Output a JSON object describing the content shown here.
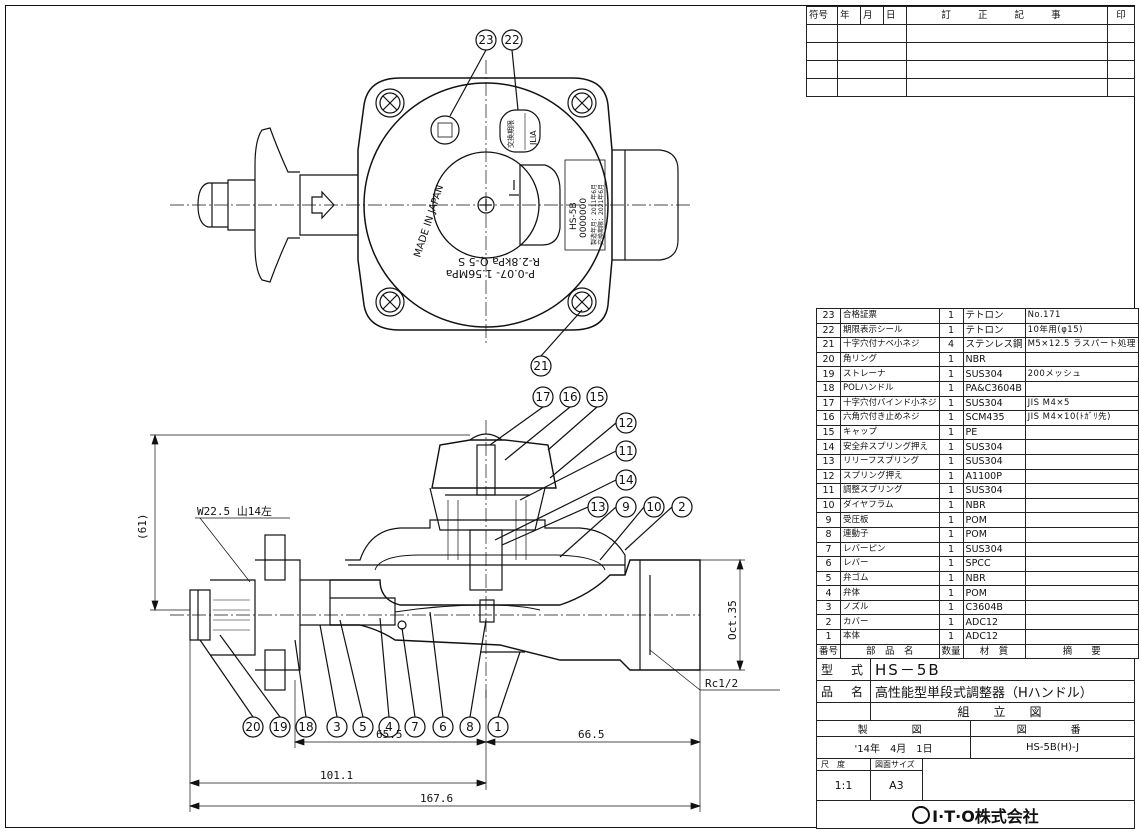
{
  "revision_table": {
    "headers": [
      "符号",
      "年",
      "月",
      "日",
      "訂",
      "正",
      "記",
      "事",
      "印"
    ],
    "rows": 5
  },
  "parts_list": {
    "rows": [
      {
        "no": "23",
        "name": "合格証票",
        "qty": "1",
        "material": "テトロン",
        "note": "No.171"
      },
      {
        "no": "22",
        "name": "期限表示シール",
        "qty": "1",
        "material": "テトロン",
        "note": "10年用(φ15)"
      },
      {
        "no": "21",
        "name": "十字穴付ナベ小ネジ",
        "qty": "4",
        "material": "ステンレス鋼",
        "note": "M5×12.5 ラスパート処理"
      },
      {
        "no": "20",
        "name": "角リング",
        "qty": "1",
        "material": "NBR",
        "note": ""
      },
      {
        "no": "19",
        "name": "ストレーナ",
        "qty": "1",
        "material": "SUS304",
        "note": "200メッシュ"
      },
      {
        "no": "18",
        "name": "POLハンドル",
        "qty": "1",
        "material": "PA&C3604B",
        "note": ""
      },
      {
        "no": "17",
        "name": "十字穴付バインド小ネジ",
        "qty": "1",
        "material": "SUS304",
        "note": "JIS M4×5"
      },
      {
        "no": "16",
        "name": "六角穴付き止めネジ",
        "qty": "1",
        "material": "SCM435",
        "note": "JIS M4×10(ﾄｶﾞﾘ先)"
      },
      {
        "no": "15",
        "name": "キャップ",
        "qty": "1",
        "material": "PE",
        "note": ""
      },
      {
        "no": "14",
        "name": "安全弁スプリング押え",
        "qty": "1",
        "material": "SUS304",
        "note": ""
      },
      {
        "no": "13",
        "name": "リリーフスプリング",
        "qty": "1",
        "material": "SUS304",
        "note": ""
      },
      {
        "no": "12",
        "name": "スプリング押え",
        "qty": "1",
        "material": "A1100P",
        "note": ""
      },
      {
        "no": "11",
        "name": "調整スプリング",
        "qty": "1",
        "material": "SUS304",
        "note": ""
      },
      {
        "no": "10",
        "name": "ダイヤフラム",
        "qty": "1",
        "material": "NBR",
        "note": ""
      },
      {
        "no": "9",
        "name": "受圧板",
        "qty": "1",
        "material": "POM",
        "note": ""
      },
      {
        "no": "8",
        "name": "連動子",
        "qty": "1",
        "material": "POM",
        "note": ""
      },
      {
        "no": "7",
        "name": "レバーピン",
        "qty": "1",
        "material": "SUS304",
        "note": ""
      },
      {
        "no": "6",
        "name": "レバー",
        "qty": "1",
        "material": "SPCC",
        "note": ""
      },
      {
        "no": "5",
        "name": "弁ゴム",
        "qty": "1",
        "material": "NBR",
        "note": ""
      },
      {
        "no": "4",
        "name": "弁体",
        "qty": "1",
        "material": "POM",
        "note": ""
      },
      {
        "no": "3",
        "name": "ノズル",
        "qty": "1",
        "material": "C3604B",
        "note": ""
      },
      {
        "no": "2",
        "name": "カバー",
        "qty": "1",
        "material": "ADC12",
        "note": ""
      },
      {
        "no": "1",
        "name": "本体",
        "qty": "1",
        "material": "ADC12",
        "note": ""
      }
    ],
    "headers": {
      "no": "番号",
      "name": "部　品　名",
      "qty": "数量",
      "material": "材　質",
      "note": "摘　　要"
    }
  },
  "title_block": {
    "model_label": "型　式",
    "model_value": "HS－5B",
    "product_label": "品　名",
    "product_value": "高性能型単段式調整器（Hハンドル）",
    "drawing_kind": "組　立　図",
    "made_label": "製　　図",
    "drawing_no_label": "図　　番",
    "date": "'14年　4月　1日",
    "drawing_no": "HS-5B(H)-J",
    "scale_label": "尺　度",
    "size_label": "図面サイズ",
    "scale": "1:1",
    "size": "A3",
    "company": "I·T·O株式会社"
  },
  "drawing": {
    "plan_view": {
      "bubbles": [
        "23",
        "22",
        "21"
      ],
      "label_made_in": "MADE IN JAPAN",
      "label_pressure_1": "P-0.07- 1.56MPa",
      "label_pressure_2": "R-2.8kPa Q-5 S",
      "label_model": "HS-5B",
      "label_serial": "0000000",
      "label_date_1": "製造年月：2011年6月",
      "label_date_2": "交換期限：2021年6月",
      "label_seal": "交換期限",
      "label_jlia": "JLIA"
    },
    "section_view": {
      "top_bubbles": [
        "17",
        "16",
        "15",
        "12",
        "11",
        "14",
        "13",
        "9",
        "10",
        "2"
      ],
      "bottom_bubbles": [
        "20",
        "19",
        "18",
        "3",
        "5",
        "4",
        "7",
        "6",
        "8",
        "1"
      ],
      "dim_61": "(61)",
      "dim_thread": "W22.5 山14左",
      "dim_oct": "Oct.35",
      "dim_rc": "Rc1/2",
      "dim_65_5": "65.5",
      "dim_66_5": "66.5",
      "dim_101_1": "101.1",
      "dim_167_6": "167.6"
    }
  }
}
